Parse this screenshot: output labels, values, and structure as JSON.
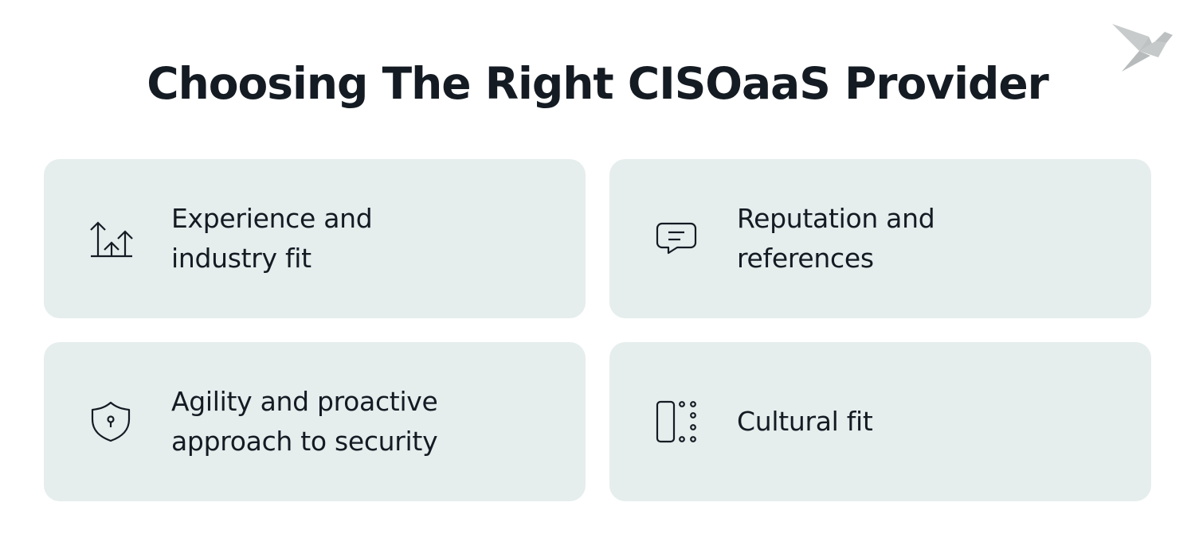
{
  "title": "Choosing The Right CISOaaS Provider",
  "logo": {
    "icon": "origami-bird-icon",
    "color": "#c4c7c7"
  },
  "colors": {
    "background": "#ffffff",
    "card_background": "#e5eded",
    "text": "#141b23"
  },
  "cards": [
    {
      "icon": "growth-arrows-icon",
      "lines": [
        "Experience and",
        "industry fit"
      ]
    },
    {
      "icon": "chat-bubble-icon",
      "lines": [
        "Reputation and",
        "references"
      ]
    },
    {
      "icon": "shield-lock-icon",
      "lines": [
        "Agility and proactive",
        "approach to security"
      ]
    },
    {
      "icon": "device-dots-icon",
      "lines": [
        "Cultural fit"
      ]
    }
  ]
}
